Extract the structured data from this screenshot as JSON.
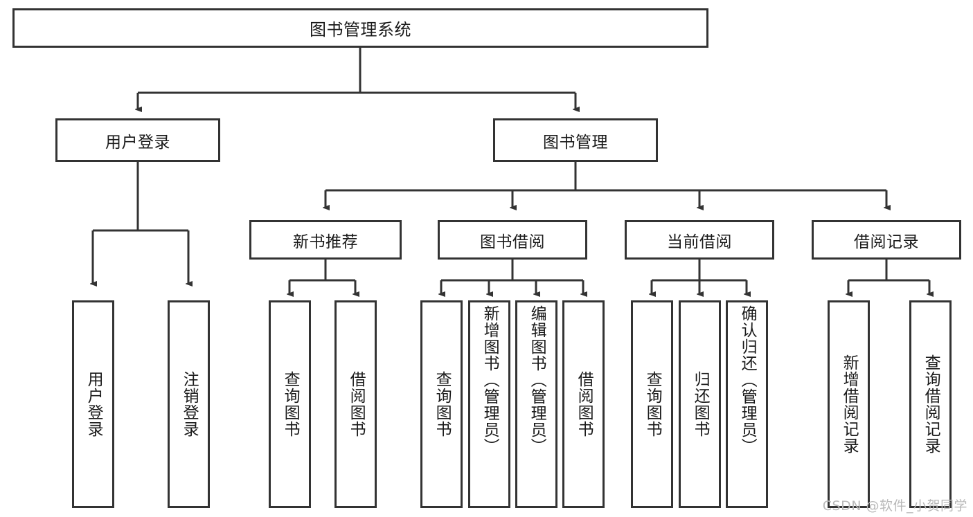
{
  "diagram": {
    "title": "图书管理系统",
    "type": "tree-hierarchy",
    "watermark": "CSDN @软件_小贺同学",
    "colors": {
      "stroke": "#333333",
      "fill": "#ffffff",
      "text": "#1a1a1a",
      "watermark": "#b9b9b9"
    },
    "root": {
      "label": "图书管理系统"
    },
    "level2": [
      {
        "label": "用户登录"
      },
      {
        "label": "图书管理"
      }
    ],
    "level3": [
      {
        "label": "新书推荐"
      },
      {
        "label": "图书借阅"
      },
      {
        "label": "当前借阅"
      },
      {
        "label": "借阅记录"
      }
    ],
    "leaves": {
      "user_login": [
        {
          "label": "用户登录"
        },
        {
          "label": "注销登录"
        }
      ],
      "new_book_recommend": [
        {
          "label": "查询图书"
        },
        {
          "label": "借阅图书"
        }
      ],
      "book_borrow": [
        {
          "label": "查询图书"
        },
        {
          "label": "新增图书（管理员）"
        },
        {
          "label": "编辑图书（管理员）"
        },
        {
          "label": "借阅图书"
        }
      ],
      "current_borrow": [
        {
          "label": "查询图书"
        },
        {
          "label": "归还图书"
        },
        {
          "label": "确认归还（管理员）"
        }
      ],
      "borrow_record": [
        {
          "label": "新增借阅记录"
        },
        {
          "label": "查询借阅记录"
        }
      ]
    }
  }
}
